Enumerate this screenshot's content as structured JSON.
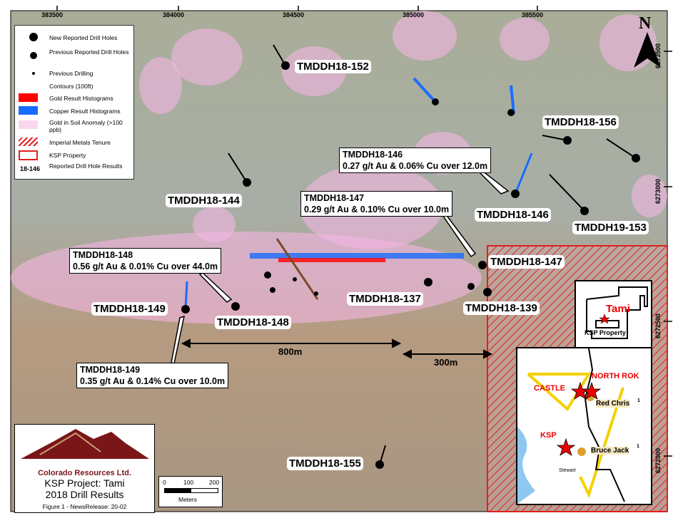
{
  "map": {
    "x_ticks": [
      "383500",
      "384000",
      "384500",
      "385000",
      "385500"
    ],
    "y_ticks": [
      "6273500",
      "6273000",
      "6272500",
      "6272000"
    ],
    "north": "N",
    "colors": {
      "gold": "#ff0000",
      "copper": "#1a6cff",
      "soil": "#f5c8e8",
      "tenure": "#e02020"
    },
    "drill_holes": [
      {
        "id": "TMDDH18-152"
      },
      {
        "id": "TMDDH18-144"
      },
      {
        "id": "TMDDH18-156"
      },
      {
        "id": "TMDDH18-146"
      },
      {
        "id": "TMDDH19-153"
      },
      {
        "id": "TMDDH18-147"
      },
      {
        "id": "TMDDH18-139"
      },
      {
        "id": "TMDDH18-137"
      },
      {
        "id": "TMDDH18-148"
      },
      {
        "id": "TMDDH18-149"
      },
      {
        "id": "TMDDH18-155"
      }
    ],
    "callouts": [
      {
        "hole": "TMDDH18-146",
        "result": "0.27 g/t Au & 0.06% Cu over 12.0m"
      },
      {
        "hole": "TMDDH18-147",
        "result": "0.29 g/t Au & 0.10% Cu over 10.0m"
      },
      {
        "hole": "TMDDH18-148",
        "result": "0.56 g/t Au & 0.01% Cu over 44.0m"
      },
      {
        "hole": "TMDDH18-149",
        "result": "0.35 g/t Au & 0.14% Cu over 10.0m"
      }
    ],
    "distances": [
      "800m",
      "300m"
    ]
  },
  "legend": {
    "items": [
      "New Reported Drill Holes",
      "Previous Reported Drill Holes",
      "Previous Drilling",
      "Contours (100ft)",
      "Gold Result Histograms",
      "Copper Result Histograms",
      "Gold in Soil Anomaly (>100 ppb)",
      "Imperial Metals Tenure",
      "KSP Property",
      "Reported Drill Hole Results"
    ],
    "sample_label": "18-146"
  },
  "title_block": {
    "company": "Colorado Resources Ltd.",
    "title_line1": "KSP Project: Tami",
    "title_line2": "2018 Drill Results",
    "figure": "Figure 1 - NewsRelease: 20-02"
  },
  "scale_bar": {
    "labels": [
      "0",
      "100",
      "200"
    ],
    "unit": "Meters"
  },
  "inset_property": {
    "name": "Tami",
    "caption": "KSP Property"
  },
  "inset_region": {
    "labels": [
      "NORTH ROK",
      "CASTLE",
      "KSP",
      "Red Chris",
      "Bruce Jack",
      "Stewart"
    ],
    "superscript": "1"
  }
}
